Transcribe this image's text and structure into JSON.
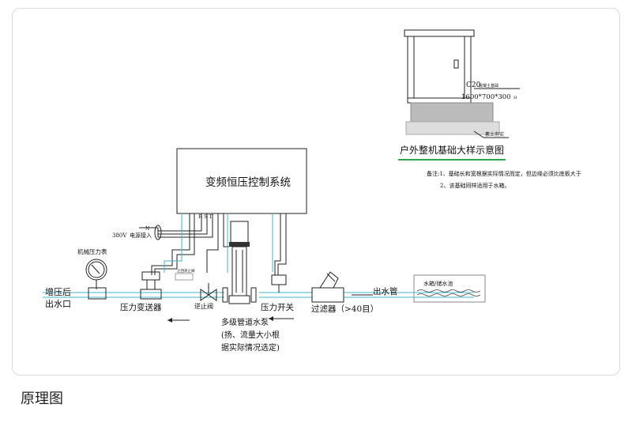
{
  "caption": "原理图",
  "control_box": {
    "label": "变频恒压控制系统",
    "phase_labels": "R  S  T"
  },
  "power": {
    "voltage": "380V",
    "label": "电源接入",
    "phase": "N"
  },
  "gauge": {
    "label": "机械压力表"
  },
  "outlet": {
    "line1": "增压后",
    "line2": "出水口"
  },
  "transmitter": {
    "label": "压力变送器"
  },
  "check_valve": {
    "label": "逆止阀",
    "small_label": "止回逆止阀"
  },
  "pump": {
    "line1": "多级管道水泵",
    "line2": "(扬、流量大小根",
    "line3": "据实际情况选定)"
  },
  "pressure_switch": {
    "label": "压力开关"
  },
  "filter": {
    "label": "过滤器（>40目）"
  },
  "inlet_pipe": {
    "label": "出水管"
  },
  "tank": {
    "label": "水箱/储水池"
  },
  "foundation": {
    "concrete": "C20",
    "concrete_note": "混凝土基础",
    "size": "1600*700*300",
    "size_unit": "H",
    "soil": "素土夯实",
    "title": "户外整机基础大样示意图",
    "note1": "备注:1、基础长和宽根据实际情况而定，但边缘必须比底板大于",
    "note2": "2、该基础同样适用于水箱。"
  }
}
